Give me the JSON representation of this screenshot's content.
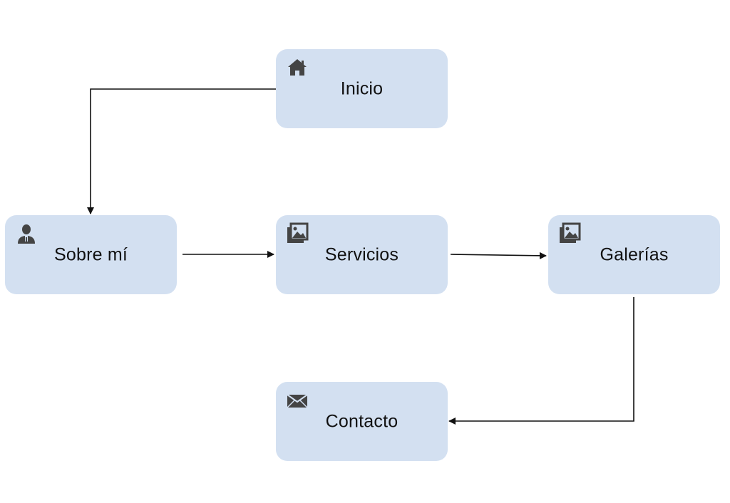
{
  "nodes": {
    "inicio": {
      "label": "Inicio",
      "icon": "home-icon"
    },
    "sobre_mi": {
      "label": "Sobre mí",
      "icon": "user-icon"
    },
    "servicios": {
      "label": "Servicios",
      "icon": "gallery-icon"
    },
    "galerias": {
      "label": "Galerías",
      "icon": "gallery-icon"
    },
    "contacto": {
      "label": "Contacto",
      "icon": "mail-icon"
    }
  },
  "edges": [
    {
      "from": "inicio",
      "to": "sobre_mi"
    },
    {
      "from": "sobre_mi",
      "to": "servicios"
    },
    {
      "from": "servicios",
      "to": "galerias"
    },
    {
      "from": "galerias",
      "to": "contacto"
    }
  ],
  "colors": {
    "node_fill": "#d3e0f1",
    "icon": "#444444",
    "connector": "#111111"
  }
}
